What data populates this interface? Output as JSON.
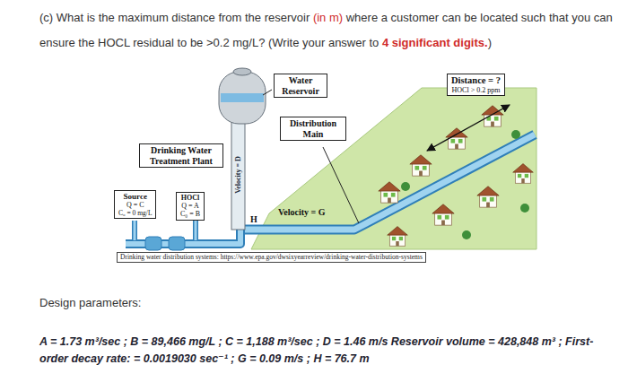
{
  "diagram": {
    "caption": "Drinking water distribution systems: https://www.epa.gov/dwsixyearreview/drinking-water-distribution-systems",
    "nodes": [
      {
        "text": [
          "Water Reservoir"
        ]
      },
      {
        "text": [
          "Distance = ?",
          "HOCl > 0.2 ppm"
        ]
      },
      {
        "text": [
          "Distribution Main"
        ]
      },
      {
        "text": [
          "Drinking Water Treatment Plant"
        ]
      },
      {
        "text": [
          "Source",
          "Q = C",
          "C₀ = 0 mg/L"
        ]
      },
      {
        "text": [
          "HOCl",
          "Q = A",
          "C₀ = B"
        ]
      }
    ],
    "labels": [
      "(c) What is the maximum distance from the reservoir",
      "(in m)",
      "where a customer can be located such that you can ensure the HOCL residual to be >0.2 mg/L? (Write your answer to",
      "4 significant digits.",
      ")",
      "Velocity = D",
      "H",
      "Velocity = G",
      "Design parameters:",
      "A = 1.73 m³/sec ; B = 89,466 mg/L ; C = 1,188 m³/sec ; D = 1.46 m/s Reservoir volume = 428,848 m³ ; First-order decay rate: = 0.0019030 sec⁻¹ ; G = 0.09 m/s ; H = 76.7 m"
    ]
  }
}
